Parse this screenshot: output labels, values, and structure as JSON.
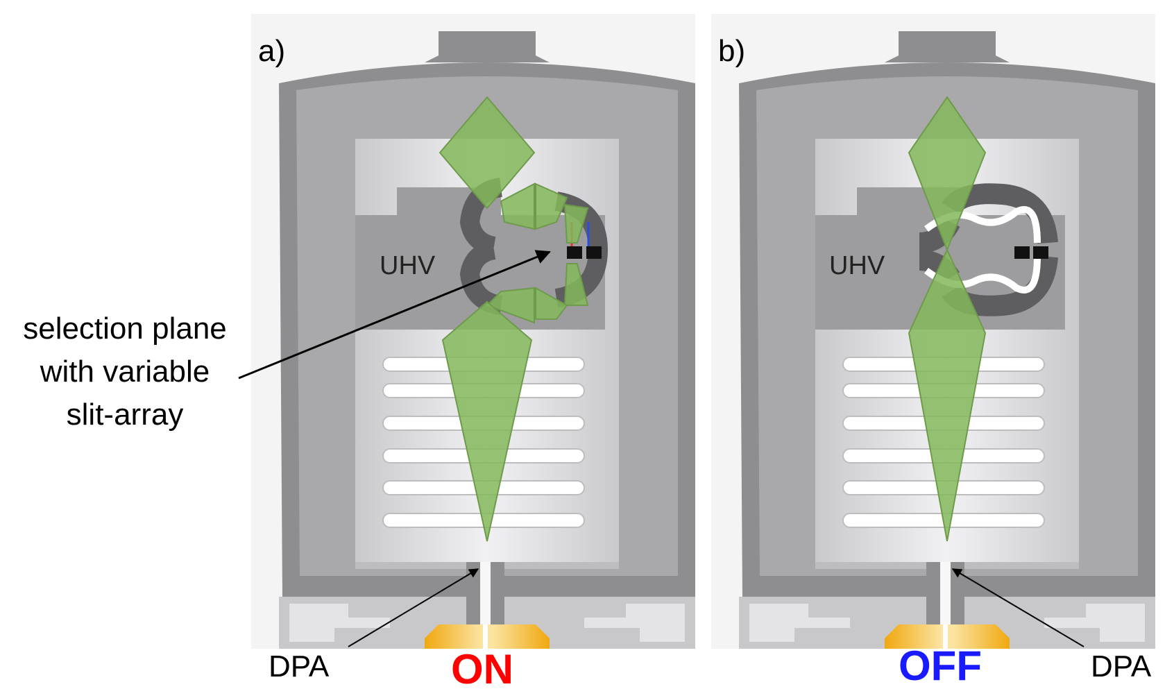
{
  "panels": [
    {
      "letter": "a)",
      "chamber_label": "UHV",
      "state": "ON",
      "state_color": "#ff0000"
    },
    {
      "letter": "b)",
      "chamber_label": "UHV",
      "state": "OFF",
      "state_color": "#1a1aff"
    }
  ],
  "annotations": {
    "selection_plane_line1": "selection plane",
    "selection_plane_line2": "with variable",
    "selection_plane_line3": "slit-array",
    "dpa_left": "DPA",
    "dpa_right": "DPA"
  },
  "colors": {
    "housing": "#8e8e90",
    "housing_light": "#bdbdbf",
    "chamber": "#d4d4d6",
    "chamber_inner": "#e9e9eb",
    "green_fill": "#84b85a",
    "green_stroke": "#6f9a4c",
    "amber": "#f3b21c"
  }
}
